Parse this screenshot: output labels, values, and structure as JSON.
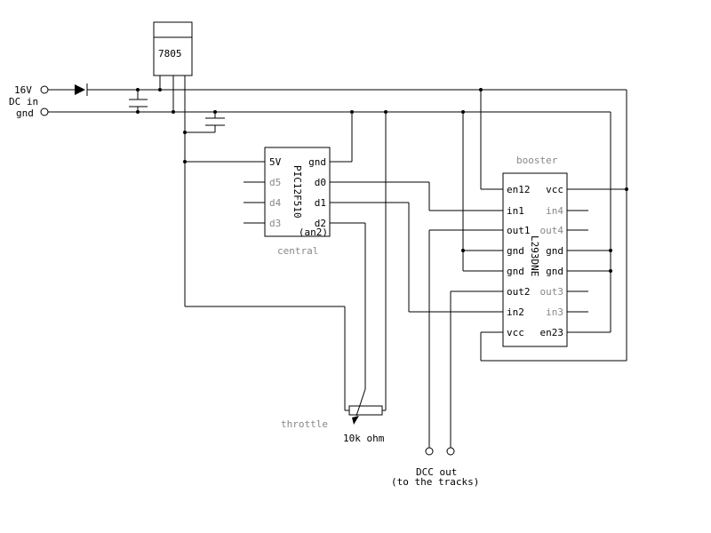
{
  "power": {
    "voltage_label": "16V",
    "dc_in_label": "DC in",
    "gnd_label": "gnd"
  },
  "regulator": {
    "label": "7805"
  },
  "pic": {
    "chip_label": "PIC12F510",
    "caption": "central",
    "pins_left": [
      "5V",
      "d5",
      "d4",
      "d3"
    ],
    "pins_right": [
      "gnd",
      "d0",
      "d1",
      "d2"
    ],
    "an2_label": "(an2)"
  },
  "l293": {
    "chip_label": "L293DNE",
    "caption": "booster",
    "pins_left": [
      "en12",
      "in1",
      "out1",
      "gnd",
      "gnd",
      "out2",
      "in2",
      "vcc"
    ],
    "pins_right": [
      "vcc",
      "in4",
      "out4",
      "gnd",
      "gnd",
      "out3",
      "in3",
      "en23"
    ]
  },
  "throttle": {
    "label": "throttle",
    "value": "10k ohm"
  },
  "dcc": {
    "label": "DCC out",
    "sub_label": "(to the tracks)"
  },
  "colors": {
    "wire": "#000000",
    "muted_text": "#888888",
    "background": "#ffffff"
  }
}
